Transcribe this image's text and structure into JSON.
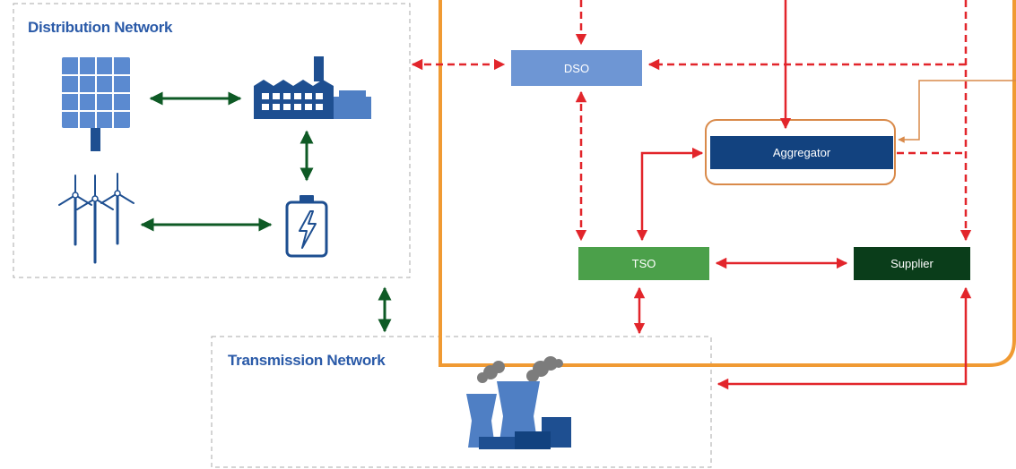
{
  "labels": {
    "distribution_network": "Distribution Network",
    "transmission_network": "Transmission Network"
  },
  "actors": {
    "dso": "DSO",
    "aggregator": "Aggregator",
    "tso": "TSO",
    "supplier": "Supplier"
  },
  "colors": {
    "dso_fill": "#6e96d4",
    "aggregator_fill": "#12427f",
    "tso_fill": "#4ba04a",
    "supplier_fill": "#0a3d1a",
    "network_border": "#f09a33",
    "aggregator_border": "#d98a4a",
    "info_arrow": "#e2252b",
    "physical_arrow": "#0e5a25",
    "icon_blue": "#1e4f91",
    "icon_light_blue": "#4f7fc4",
    "smoke_gray": "#7c7c7c",
    "zone_border": "#a8a8a8"
  },
  "icons": [
    "solar-panel-icon",
    "factory-icon",
    "wind-turbines-icon",
    "battery-icon",
    "power-plant-icon"
  ]
}
